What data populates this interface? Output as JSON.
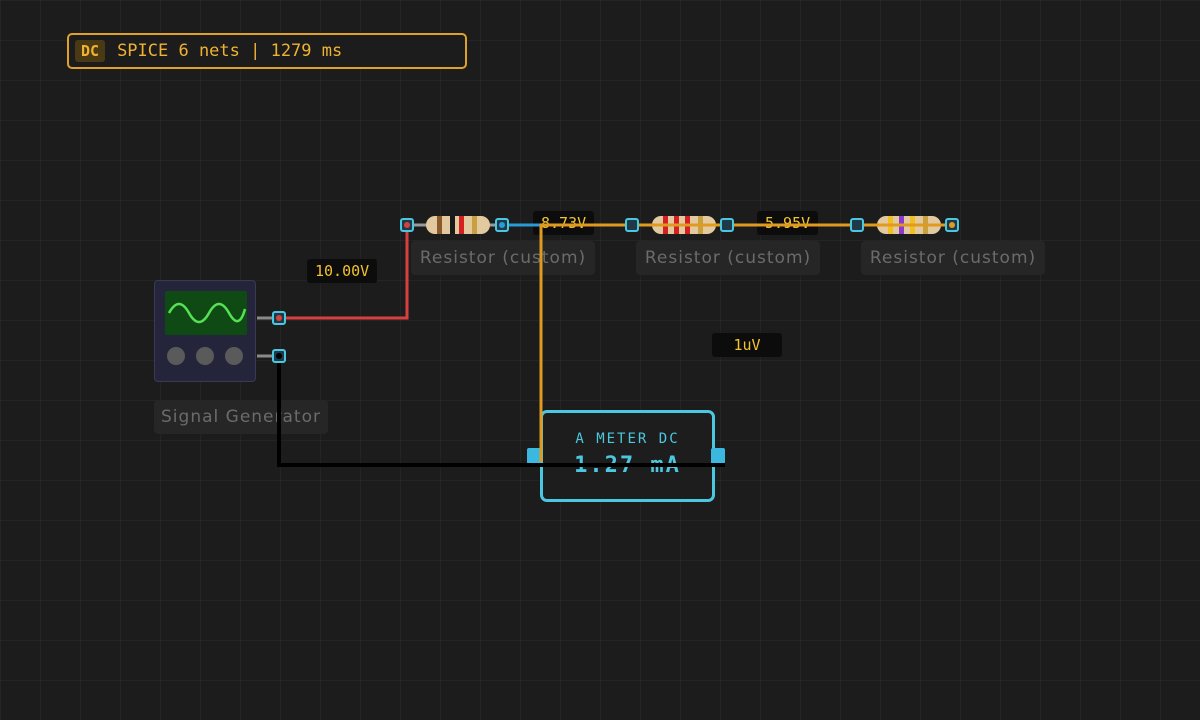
{
  "status": {
    "mode_badge": "DC",
    "text": "SPICE 6 nets | 1279 ms"
  },
  "components": {
    "resistors": [
      {
        "label": "Resistor (custom)",
        "bands": [
          "#8a5a2a",
          "#1a1a1a",
          "#d42020",
          "#c8a040"
        ]
      },
      {
        "label": "Resistor (custom)",
        "bands": [
          "#d42020",
          "#d42020",
          "#d42020",
          "#c8a040"
        ]
      },
      {
        "label": "Resistor (custom)",
        "bands": [
          "#f0c020",
          "#8a3ad0",
          "#f0c020",
          "#c8a040"
        ]
      }
    ],
    "signal_generator": {
      "label": "Signal Generator"
    },
    "ammeter": {
      "title": "A METER DC",
      "value": "1.27 mA"
    }
  },
  "voltage_labels": {
    "v1": "10.00V",
    "v2": "8.73V",
    "v3": "5.95V",
    "v4": "1uV"
  },
  "colors": {
    "wire_red": "#d84040",
    "wire_blue": "#2a9ad8",
    "wire_orange": "#e09a20",
    "wire_black": "#000000",
    "accent_cyan": "#4bc8e0",
    "status_orange": "#f0b232"
  }
}
